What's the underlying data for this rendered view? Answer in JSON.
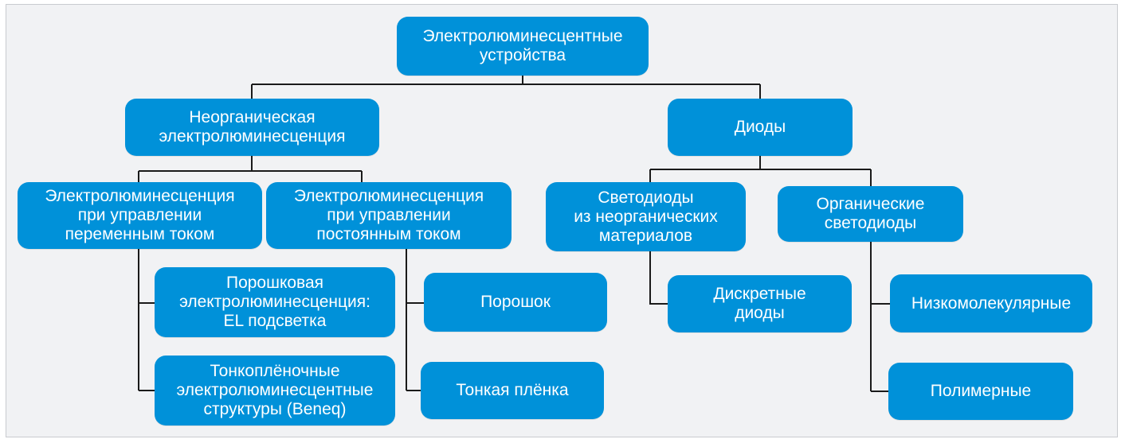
{
  "diagram": {
    "colors": {
      "node_fill": "#0091d9",
      "node_text": "#ffffff",
      "connector": "#1a1a1a",
      "background": "#f1f2f4"
    },
    "root": {
      "label": "Электролюминесцентные\nустройства"
    },
    "inorganic": {
      "label": "Неорганическая\nэлектролюминесценция",
      "ac": {
        "label": "Электролюминесценция\nпри управлении\nпеременным током",
        "powder": "Порошковая\nэлектролюминесценция:\nEL подсветка",
        "thin_film": "Тонкоплёночные\nэлектролюминесцентные\nструктуры (Beneq)"
      },
      "dc": {
        "label": "Электролюминесценция\nпри управлении\nпостоянным током",
        "powder": "Порошок",
        "thin_film": "Тонкая плёнка"
      }
    },
    "diodes": {
      "label": "Диоды",
      "inorganic_leds": {
        "label": "Светодиоды\nиз неорганических\nматериалов",
        "discrete": "Дискретные\nдиоды"
      },
      "organic_leds": {
        "label": "Органические\nсветодиоды",
        "low_molecular": "Низкомолекулярные",
        "polymer": "Полимерные"
      }
    }
  }
}
